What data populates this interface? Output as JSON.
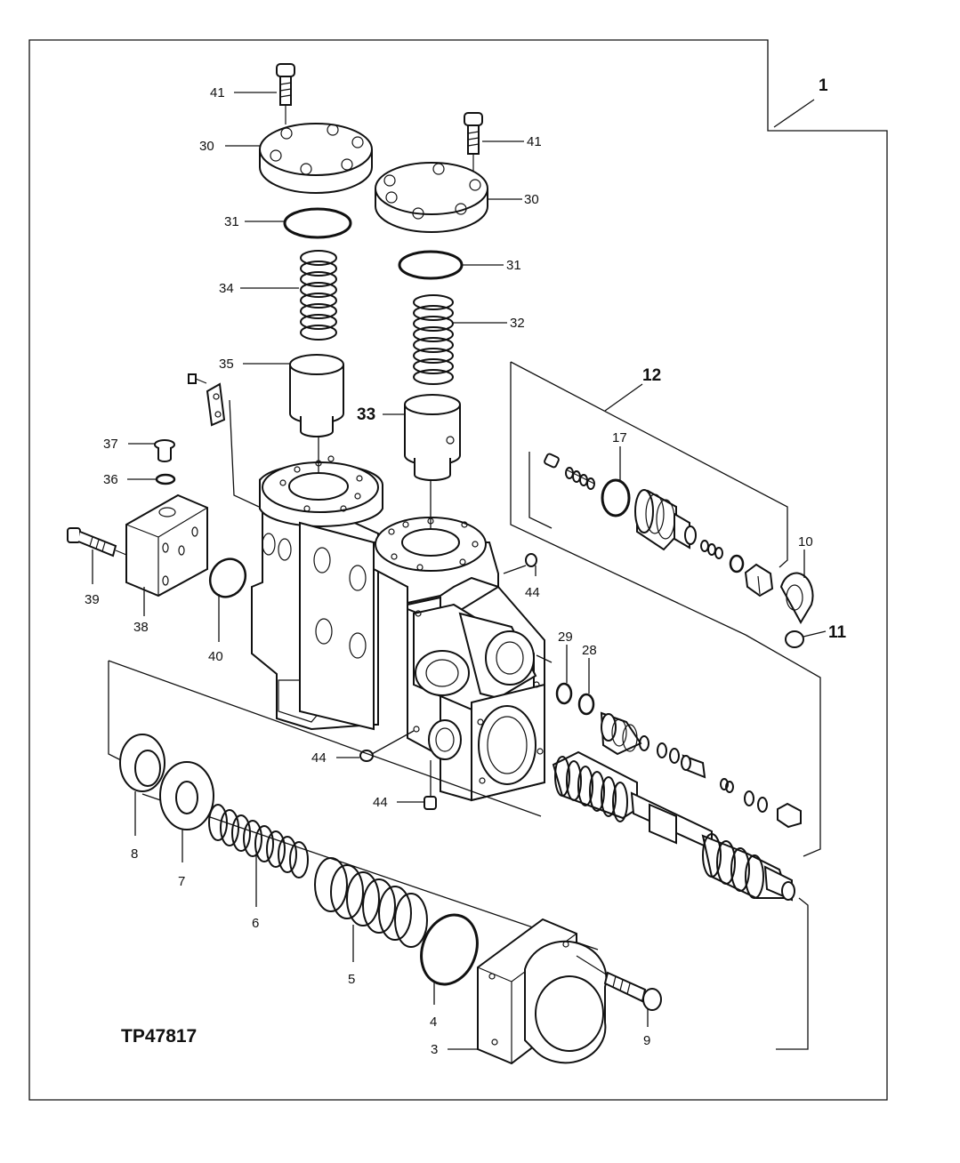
{
  "figure_id": "TP47817",
  "callouts": {
    "c1": "1",
    "c3": "3",
    "c4": "4",
    "c5": "5",
    "c6": "6",
    "c7": "7",
    "c8": "8",
    "c9": "9",
    "c10": "10",
    "c11": "11",
    "c12": "12",
    "c17": "17",
    "c28": "28",
    "c29": "29",
    "c30a": "30",
    "c30b": "30",
    "c31a": "31",
    "c31b": "31",
    "c32": "32",
    "c33": "33",
    "c34": "34",
    "c35": "35",
    "c36": "36",
    "c37": "37",
    "c38": "38",
    "c39": "39",
    "c40": "40",
    "c41a": "41",
    "c41b": "41",
    "c44a": "44",
    "c44b": "44",
    "c44c": "44"
  }
}
